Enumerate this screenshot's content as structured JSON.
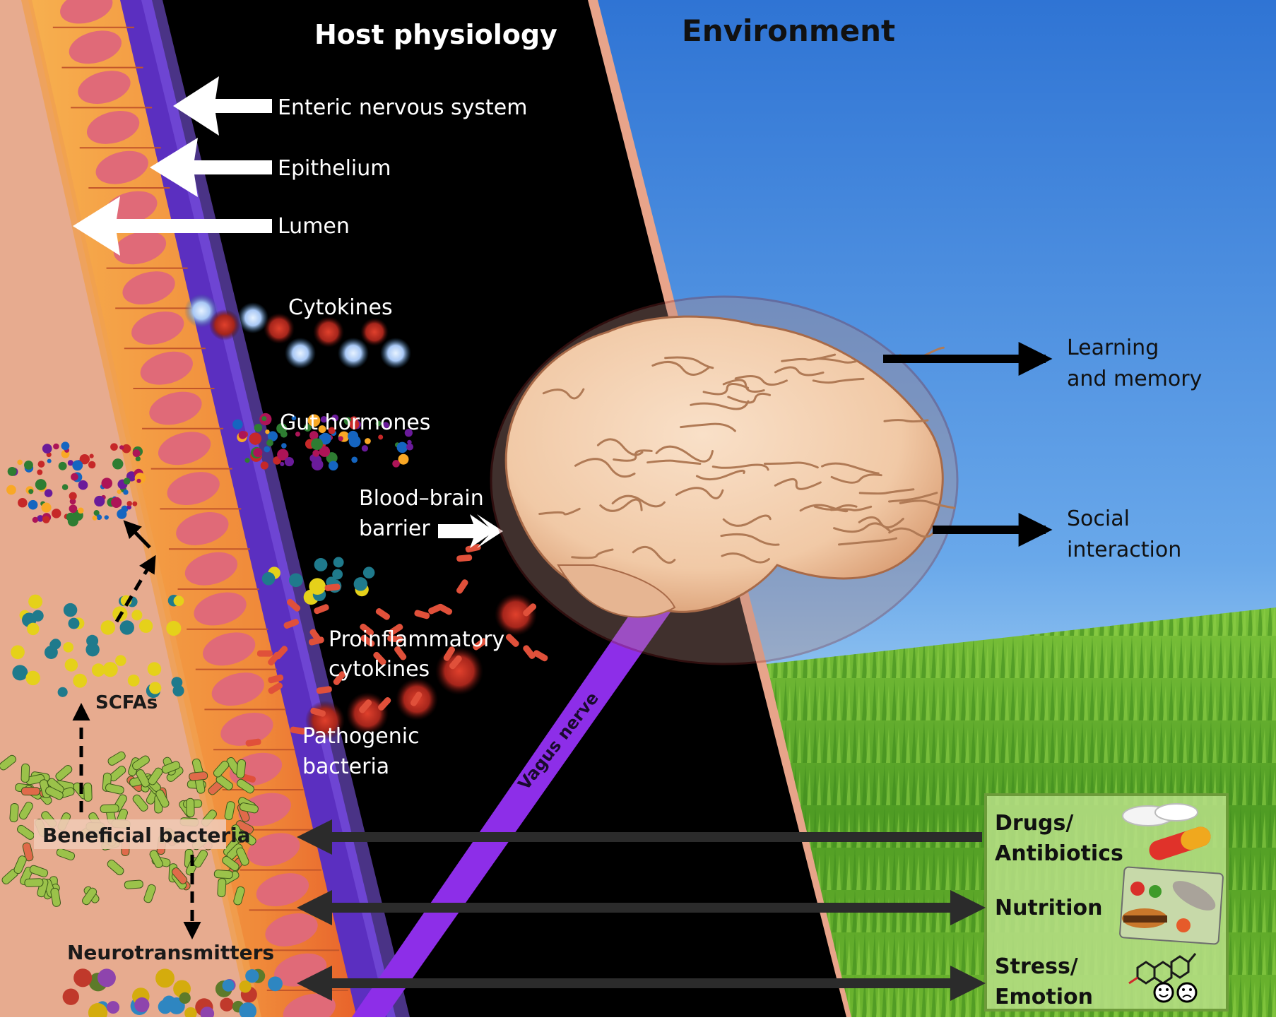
{
  "title_host": "Host physiology",
  "title_environment": "Environment",
  "gut_layers": [
    "Enteric nervous system",
    "Epithelium",
    "Lumen"
  ],
  "host_labels": {
    "cytokines": "Cytokines",
    "gut_hormones": "Gut hormones",
    "bbb_line1": "Blood–brain",
    "bbb_line2": "barrier",
    "proinflam_line1": "Proinflammatory",
    "proinflam_line2": "cytokines",
    "pathogenic_line1": "Pathogenic",
    "pathogenic_line2": "bacteria",
    "vagus": "Vagus nerve"
  },
  "lumen_labels": {
    "scfas": "SCFAs",
    "beneficial": "Beneficial bacteria",
    "neurotransmitters": "Neurotransmitters"
  },
  "brain_outputs": {
    "learning_line1": "Learning",
    "learning_line2": "and memory",
    "social_line1": "Social",
    "social_line2": "interaction"
  },
  "factors": {
    "drugs_line1": "Drugs/",
    "drugs_line2": "Antibiotics",
    "nutrition": "Nutrition",
    "stress_line1": "Stress/",
    "stress_line2": "Emotion"
  },
  "colors": {
    "lumen": "#e7ab8f",
    "epithelium_cell": "#f3a24f",
    "nucleus": "#e06a78",
    "enteric_layer": "#6a3ccf",
    "host_background": "#000000",
    "sky_top": "#3b7fd8",
    "sky_bottom": "#a9d4f4",
    "grass": "#5aa82c",
    "vagus": "#8a2be2",
    "factor_box": "#b5de84"
  },
  "icons": [
    "pill-icon",
    "food-icon",
    "molecule-icon",
    "smiley-icon",
    "frowny-icon",
    "brain-illustration"
  ]
}
